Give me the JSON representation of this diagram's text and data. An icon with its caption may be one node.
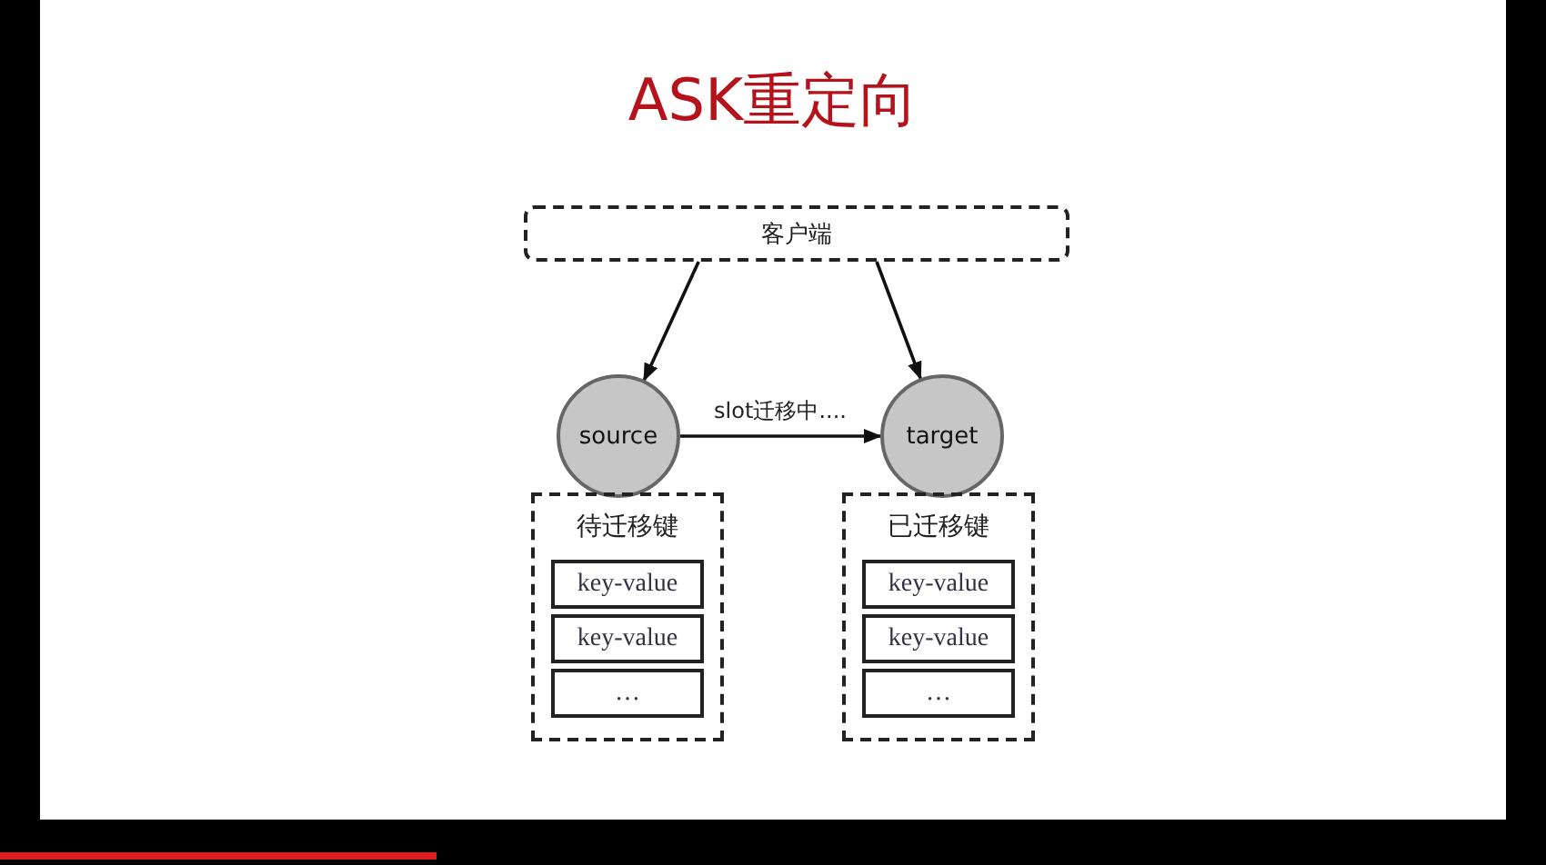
{
  "diagram": {
    "title": "ASK重定向",
    "nodes": [
      {
        "text": [
          "客户端"
        ]
      },
      {
        "text": [
          "source"
        ]
      },
      {
        "text": [
          "target"
        ]
      },
      {
        "text": [
          "待迁移键"
        ]
      },
      {
        "text": [
          "key-value"
        ],
        "in": 3
      },
      {
        "text": [
          "key-value"
        ],
        "in": 3
      },
      {
        "text": [
          "…"
        ],
        "in": 3
      },
      {
        "text": [
          "已迁移键"
        ]
      },
      {
        "text": [
          "key-value"
        ],
        "in": 7
      },
      {
        "text": [
          "key-value"
        ],
        "in": 7
      },
      {
        "text": [
          "…"
        ],
        "in": 7
      }
    ],
    "edges": [
      {
        "from": 0,
        "to": 1,
        "arrow": "to"
      },
      {
        "from": 0,
        "to": 2,
        "arrow": "to"
      },
      {
        "from": 1,
        "to": 2,
        "arrow": "to",
        "label": "slot迁移中...."
      }
    ]
  }
}
